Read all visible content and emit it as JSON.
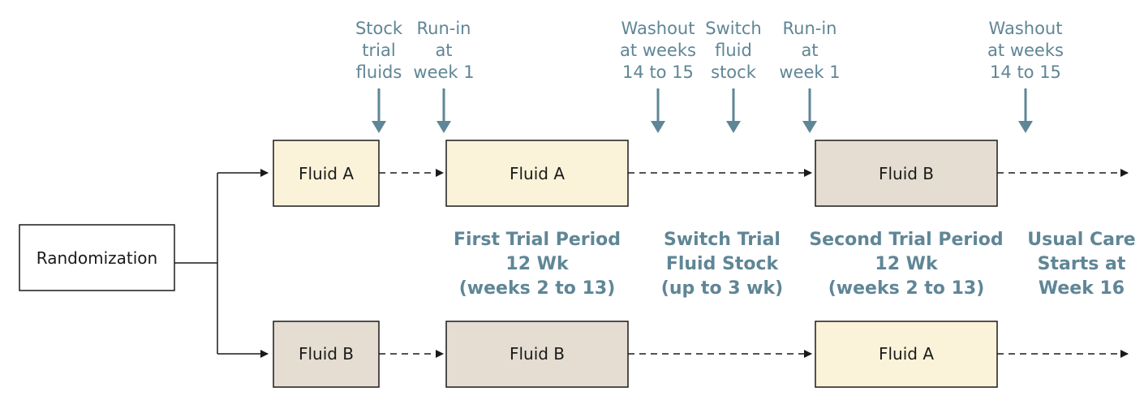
{
  "colors": {
    "fluid_a": "#fbf3d9",
    "fluid_b": "#e5ddd1",
    "accent": "#5f8696",
    "line": "#1a1a1a"
  },
  "randomization": {
    "label": "Randomization"
  },
  "top_arm": {
    "stock_box": "Fluid A",
    "period1_box": "Fluid A",
    "period2_box": "Fluid B"
  },
  "bottom_arm": {
    "stock_box": "Fluid B",
    "period1_box": "Fluid B",
    "period2_box": "Fluid A"
  },
  "annotations": [
    {
      "lines": [
        "Stock",
        "trial",
        "fluids"
      ]
    },
    {
      "lines": [
        "Run-in",
        "at",
        "week 1"
      ]
    },
    {
      "lines": [
        "Washout",
        "at weeks",
        "14 to 15"
      ]
    },
    {
      "lines": [
        "Switch",
        "fluid",
        "stock"
      ]
    },
    {
      "lines": [
        "Run-in",
        "at",
        "week 1"
      ]
    },
    {
      "lines": [
        "Washout",
        "at weeks",
        "14 to 15"
      ]
    }
  ],
  "periods": [
    {
      "lines": [
        "First Trial Period",
        "12 Wk",
        "(weeks 2 to 13)"
      ]
    },
    {
      "lines": [
        "Switch Trial",
        "Fluid Stock",
        "(up to 3 wk)"
      ]
    },
    {
      "lines": [
        "Second Trial Period",
        "12 Wk",
        "(weeks 2 to 13)"
      ]
    },
    {
      "lines": [
        "Usual Care",
        "Starts at",
        "Week 16"
      ]
    }
  ]
}
